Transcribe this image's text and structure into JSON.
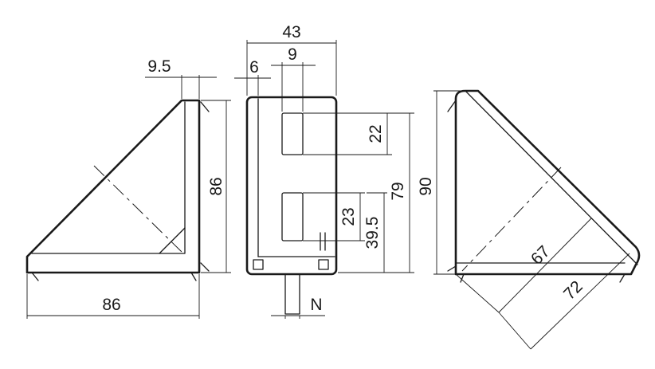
{
  "dimensions": {
    "left_width": "86",
    "left_height": "86",
    "left_offset": "9.5",
    "front_width": "43",
    "front_slot": "9",
    "front_offset": "6",
    "slot_upper": "22",
    "slot_lower": "23",
    "slot_center": "39.5",
    "front_height": "79",
    "right_height": "90",
    "diag_inner": "67",
    "diag_outer": "72",
    "nut_label": "N"
  }
}
